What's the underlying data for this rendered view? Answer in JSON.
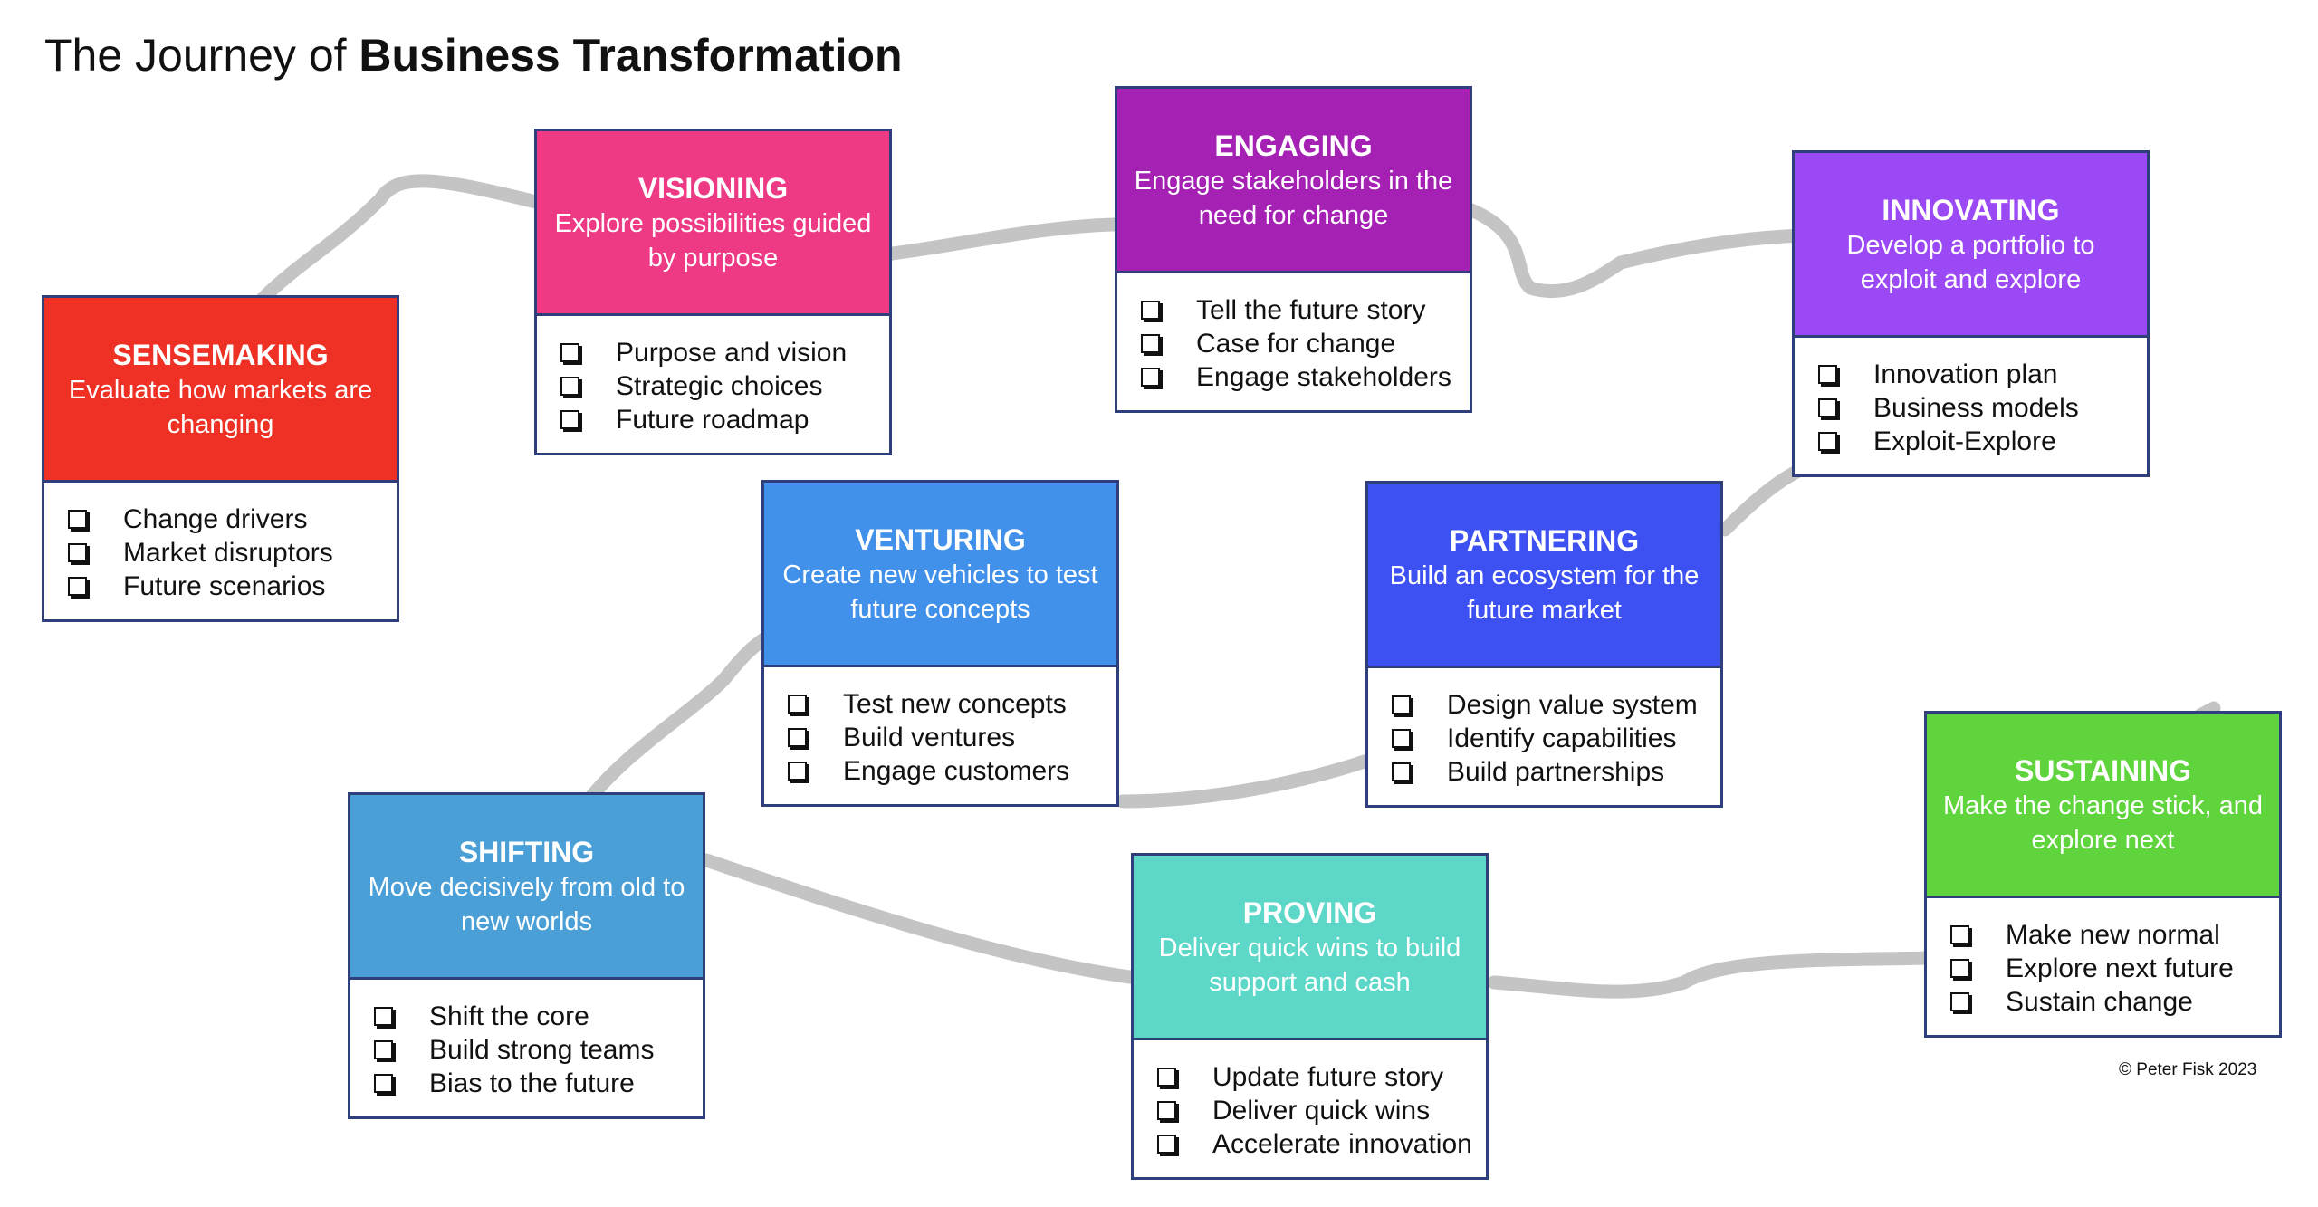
{
  "title": {
    "prefix": "The Journey of ",
    "bold": "Business Transformation"
  },
  "stages": [
    {
      "key": "sensemaking",
      "name": "SENSEMAKING",
      "desc": "Evaluate how markets are changing",
      "color": "#ee3124",
      "items": [
        "Change drivers",
        "Market disruptors",
        "Future scenarios"
      ]
    },
    {
      "key": "visioning",
      "name": "VISIONING",
      "desc": "Explore possibilities guided by purpose",
      "color": "#ee3a85",
      "items": [
        "Purpose and vision",
        "Strategic choices",
        "Future roadmap"
      ]
    },
    {
      "key": "engaging",
      "name": "ENGAGING",
      "desc": "Engage stakeholders in the need for change",
      "color": "#a421b4",
      "items": [
        "Tell the future story",
        "Case for change",
        "Engage stakeholders"
      ]
    },
    {
      "key": "innovating",
      "name": "INNOVATING",
      "desc": "Develop a portfolio to exploit and explore",
      "color": "#9b48f5",
      "items": [
        "Innovation plan",
        "Business models",
        "Exploit-Explore"
      ]
    },
    {
      "key": "venturing",
      "name": "VENTURING",
      "desc": "Create new vehicles to test future concepts",
      "color": "#4190ea",
      "items": [
        "Test new concepts",
        "Build ventures",
        "Engage customers"
      ]
    },
    {
      "key": "partnering",
      "name": "PARTNERING",
      "desc": "Build an ecosystem for the future market",
      "color": "#3d50f2",
      "items": [
        "Design value system",
        "Identify capabilities",
        "Build partnerships"
      ]
    },
    {
      "key": "shifting",
      "name": "SHIFTING",
      "desc": "Move decisively from old to new worlds",
      "color": "#4a9fd7",
      "items": [
        "Shift the core",
        "Build strong teams",
        "Bias to the future"
      ]
    },
    {
      "key": "proving",
      "name": "PROVING",
      "desc": "Deliver quick wins to build support and cash",
      "color": "#5cd7c8",
      "items": [
        "Update future story",
        "Deliver quick wins",
        "Accelerate innovation"
      ]
    },
    {
      "key": "sustaining",
      "name": "SUSTAINING",
      "desc": "Make the change stick, and explore next",
      "color": "#5fd43d",
      "items": [
        "Make new normal",
        "Explore next future",
        "Sustain change"
      ]
    }
  ],
  "copyright": "© Peter Fisk 2023",
  "colors": {
    "path": "#c4c4c4",
    "border": "#2f3f7c"
  }
}
